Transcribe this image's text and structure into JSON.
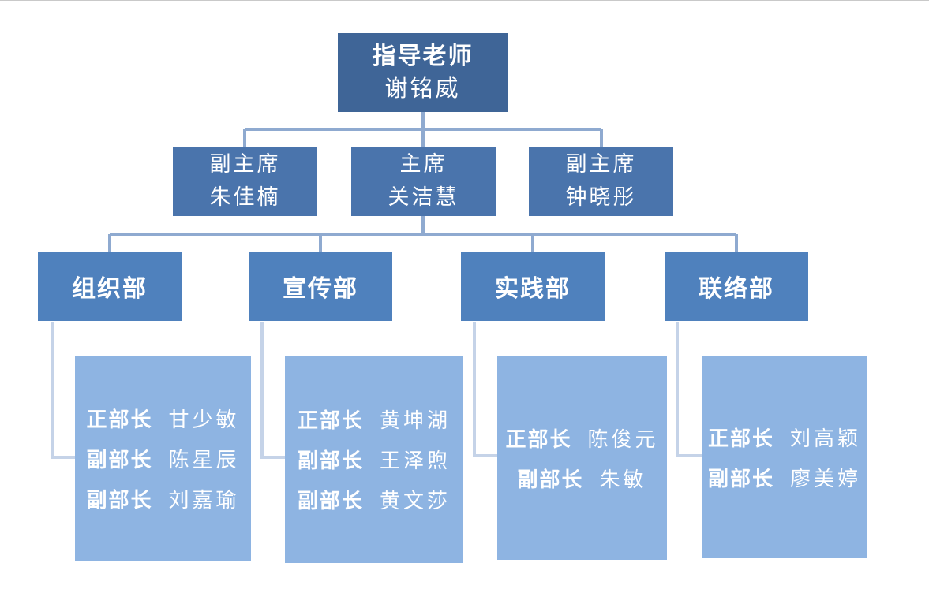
{
  "advisor": {
    "title": "指导老师",
    "name": "谢铭威"
  },
  "leaders": [
    {
      "title": "副主席",
      "name": "朱佳楠"
    },
    {
      "title": "主席",
      "name": "关洁慧"
    },
    {
      "title": "副主席",
      "name": "钟晓彤"
    }
  ],
  "departments": [
    {
      "name": "组织部",
      "members": [
        {
          "role": "正部长",
          "person": "甘少敏"
        },
        {
          "role": "副部长",
          "person": "陈星辰"
        },
        {
          "role": "副部长",
          "person": "刘嘉瑜"
        }
      ]
    },
    {
      "name": "宣传部",
      "members": [
        {
          "role": "正部长",
          "person": "黄坤湖"
        },
        {
          "role": "副部长",
          "person": "王泽煦"
        },
        {
          "role": "副部长",
          "person": "黄文莎"
        }
      ]
    },
    {
      "name": "实践部",
      "members": [
        {
          "role": "正部长",
          "person": "陈俊元"
        },
        {
          "role": "副部长",
          "person": "朱敏"
        }
      ]
    },
    {
      "name": "联络部",
      "members": [
        {
          "role": "正部长",
          "person": "刘高颖"
        },
        {
          "role": "副部长",
          "person": "廖美婷"
        }
      ]
    }
  ],
  "colors": {
    "advisor": "#3f6597",
    "leader": "#4a74ac",
    "department": "#4f81bd",
    "members": "#8eb4e2",
    "connector": "#9fb6d6"
  }
}
